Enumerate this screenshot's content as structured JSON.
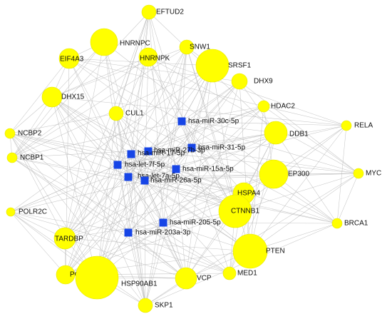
{
  "colors": {
    "gene_node": "#ffff00",
    "mirna_node": "#1745e6",
    "edge": "#b9b9b9",
    "label": "#111111",
    "background": "#ffffff"
  },
  "legend_shapes": {
    "gene": "yellow-circle",
    "mirna": "blue-square"
  },
  "genes": [
    {
      "id": "EFTUD2",
      "label": "EFTUD2",
      "weight": 2
    },
    {
      "id": "HNRNPC",
      "label": "HNRNPC",
      "weight": 4
    },
    {
      "id": "SNW1",
      "label": "SNW1",
      "weight": 2
    },
    {
      "id": "EIF4A3",
      "label": "EIF4A3",
      "weight": 3
    },
    {
      "id": "HNRNPK",
      "label": "HNRNPK",
      "weight": 3
    },
    {
      "id": "SRSF1",
      "label": "SRSF1",
      "weight": 6
    },
    {
      "id": "DHX9",
      "label": "DHX9",
      "weight": 2
    },
    {
      "id": "DHX15",
      "label": "DHX15",
      "weight": 3
    },
    {
      "id": "CUL1",
      "label": "CUL1",
      "weight": 2
    },
    {
      "id": "HDAC2",
      "label": "HDAC2",
      "weight": 1
    },
    {
      "id": "RELA",
      "label": "RELA",
      "weight": 1
    },
    {
      "id": "NCBP2",
      "label": "NCBP2",
      "weight": 1
    },
    {
      "id": "DDB1",
      "label": "DDB1",
      "weight": 4
    },
    {
      "id": "NCBP1",
      "label": "NCBP1",
      "weight": 1
    },
    {
      "id": "EP300",
      "label": "EP300",
      "weight": 5
    },
    {
      "id": "MYC",
      "label": "MYC",
      "weight": 1
    },
    {
      "id": "HSPA4",
      "label": "HSPA4",
      "weight": 3
    },
    {
      "id": "POLR2C",
      "label": "POLR2C",
      "weight": 1
    },
    {
      "id": "CTNNB1",
      "label": "CTNNB1",
      "weight": 6
    },
    {
      "id": "BRCA1",
      "label": "BRCA1",
      "weight": 1
    },
    {
      "id": "TARDBP",
      "label": "TARDBP",
      "weight": 3
    },
    {
      "id": "PTEN",
      "label": "PTEN",
      "weight": 6
    },
    {
      "id": "POLR2B",
      "label": "POLR2B",
      "weight": 3
    },
    {
      "id": "HSP90AB1",
      "label": "HSP90AB1",
      "weight": 6
    },
    {
      "id": "VCP",
      "label": "VCP",
      "weight": 3
    },
    {
      "id": "MED1",
      "label": "MED1",
      "weight": 1
    },
    {
      "id": "SKP1",
      "label": "SKP1",
      "weight": 2
    }
  ],
  "mirnas": [
    {
      "id": "hsa-miR-30c-5p",
      "label": "hsa-miR-30c-5p"
    },
    {
      "id": "hsa-miR-31-5p",
      "label": "hsa-miR-31-5p"
    },
    {
      "id": "hsa-miR-27b-3p",
      "label": "hsa-miR-27b-3p"
    },
    {
      "id": "hsa-miR-17-5p",
      "label": "hsa-miR-17-5p"
    },
    {
      "id": "hsa-let-7f-5p",
      "label": "hsa-let-7f-5p"
    },
    {
      "id": "hsa-miR-15a-5p",
      "label": "hsa-miR-15a-5p"
    },
    {
      "id": "hsa-let-7a-5p",
      "label": "hsa-let-7a-5p"
    },
    {
      "id": "hsa-miR-26a-5p",
      "label": "hsa-miR-26a-5p"
    },
    {
      "id": "hsa-miR-205-5p",
      "label": "hsa-miR-205-5p"
    },
    {
      "id": "hsa-miR-203a-3p",
      "label": "hsa-miR-203a-3p"
    }
  ]
}
